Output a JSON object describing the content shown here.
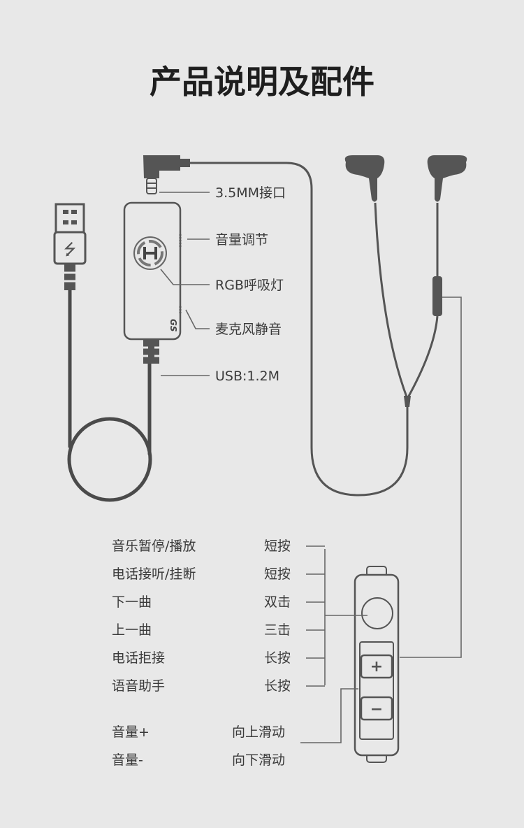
{
  "title": "产品说明及配件",
  "dongle_labels": {
    "jack": "3.5MM接口",
    "volume": "音量调节",
    "rgb": "RGB呼吸灯",
    "mute": "麦克风静音",
    "usb": "USB:1.2M"
  },
  "dongle_logo": "GS",
  "controls": [
    {
      "function": "音乐暂停/播放",
      "action": "短按"
    },
    {
      "function": "电话接听/挂断",
      "action": "短按"
    },
    {
      "function": "下一曲",
      "action": "双击"
    },
    {
      "function": "上一曲",
      "action": "三击"
    },
    {
      "function": "电话拒接",
      "action": "长按"
    },
    {
      "function": "语音助手",
      "action": "长按"
    }
  ],
  "volume_controls": [
    {
      "function": "音量+",
      "action": "向上滑动"
    },
    {
      "function": "音量-",
      "action": "向下滑动"
    }
  ],
  "remote_buttons": {
    "plus": "+",
    "minus": "−"
  }
}
